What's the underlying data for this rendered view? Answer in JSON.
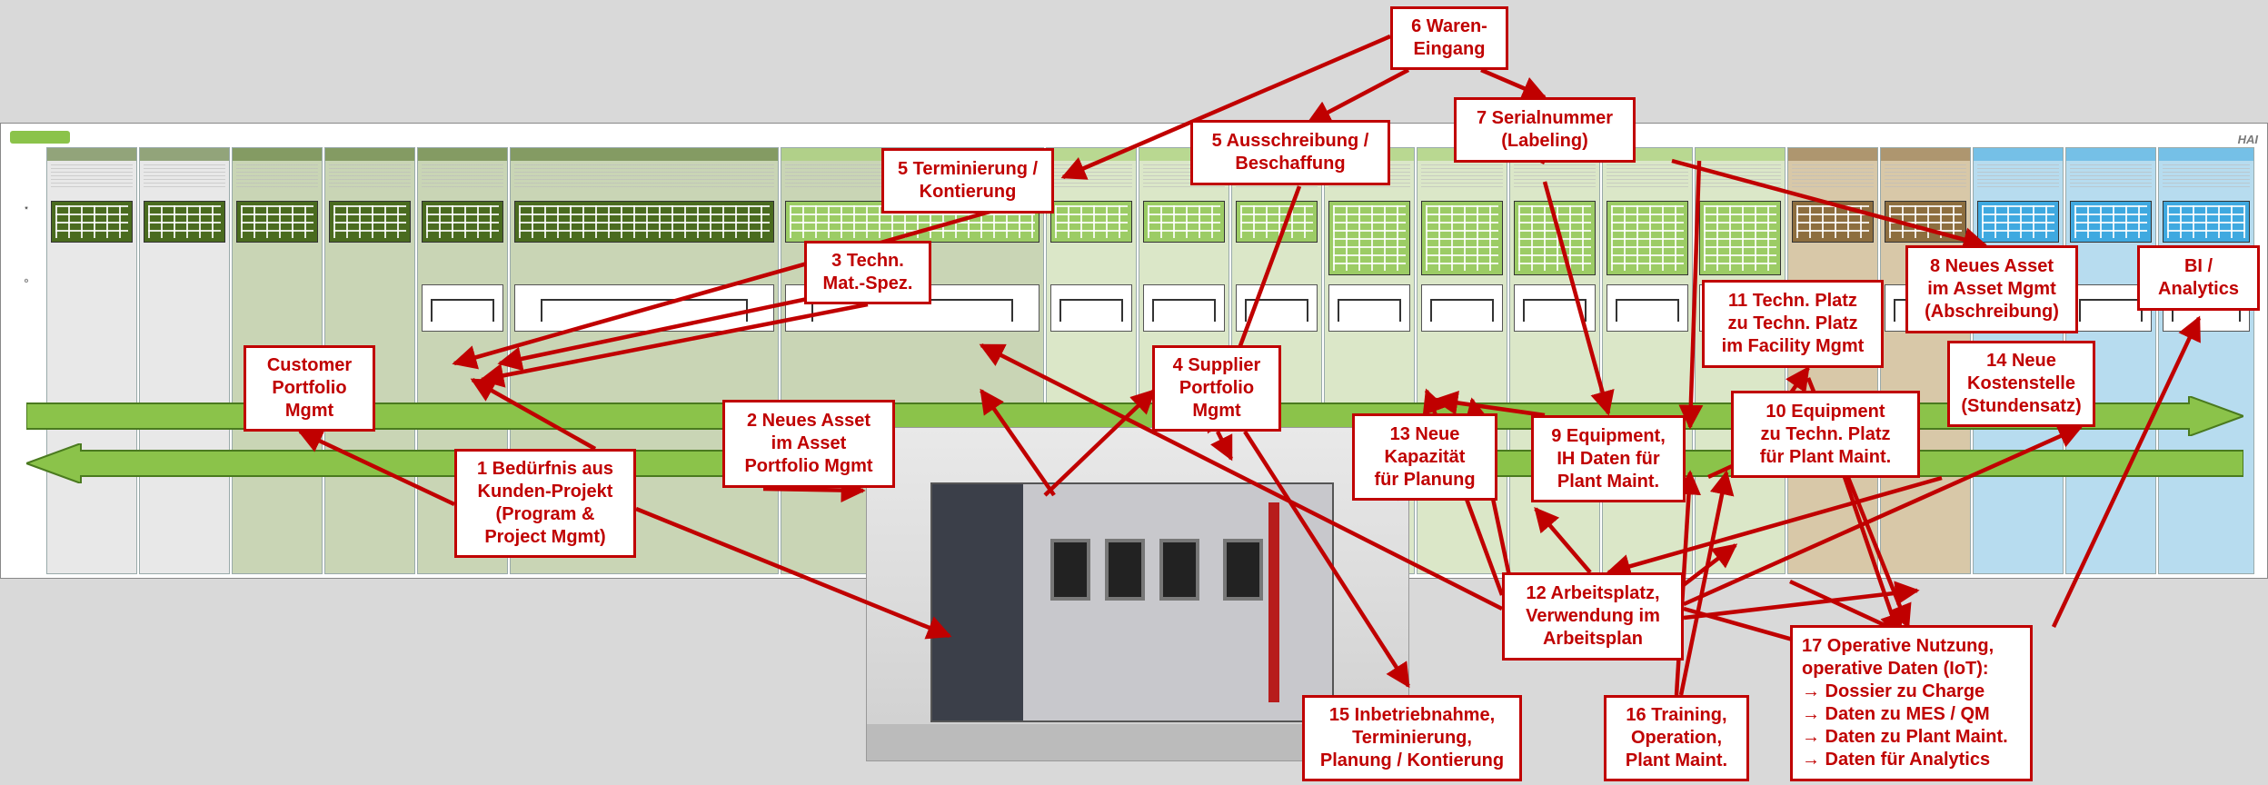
{
  "callouts": {
    "waren_eingang": "6 Waren-\nEingang",
    "serialnummer": "7 Serialnummer\n(Labeling)",
    "ausschreibung": "5 Ausschreibung /\nBeschaffung",
    "terminierung": "5 Terminierung /\nKontierung",
    "techn_mat_spez": "3 Techn.\nMat.-Spez.",
    "customer_portfolio": "Customer\nPortfolio\nMgmt",
    "neues_asset_portfolio": "2 Neues Asset\nim Asset\nPortfolio Mgmt",
    "beduerfnis": "1 Bedürfnis aus\nKunden-Projekt\n(Program &\nProject Mgmt)",
    "supplier_portfolio": "4 Supplier\nPortfolio\nMgmt",
    "neue_kapazitaet": "13 Neue\nKapazität\nfür Planung",
    "equipment_ih": "9 Equipment,\nIH Daten für\nPlant Maint.",
    "techn_platz_facility": "11 Techn. Platz\nzu Techn. Platz\nim Facility Mgmt",
    "neues_asset_abschreibung": "8 Neues Asset\nim Asset Mgmt\n(Abschreibung)",
    "bi_analytics": "BI /\nAnalytics",
    "neue_kostenstelle": "14 Neue\nKostenstelle\n(Stundensatz)",
    "equipment_techn_platz": "10 Equipment\nzu Techn. Platz\nfür Plant Maint.",
    "arbeitsplatz": "12 Arbeitsplatz,\nVerwendung im\nArbeitsplan",
    "inbetriebnahme": "15 Inbetriebnahme,\nTerminierung,\nPlanung / Kontierung",
    "training": "16 Training,\nOperation,\nPlant Maint.",
    "operative_nutzung": "17 Operative Nutzung,\noperative Daten (IoT):\n→ Dossier zu Charge\n→ Daten zu MES / QM\n→ Daten zu Plant Maint.\n→ Daten für Analytics"
  },
  "board": {
    "logo_text": "HAI",
    "image_caption_color": "#c00000"
  },
  "colors": {
    "accent_red": "#c00000",
    "band_green": "#8bc34a",
    "col_green_dark": "#4a6b1f",
    "col_green_light": "#9ccc65",
    "col_brown": "#8d6e3f",
    "col_blue": "#3fa9e0"
  }
}
